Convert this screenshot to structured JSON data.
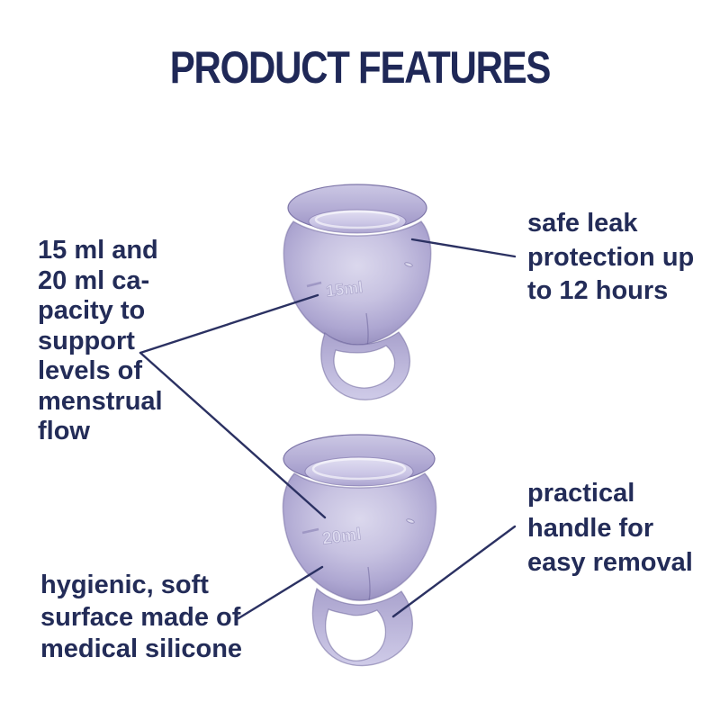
{
  "title": "PRODUCT FEATURES",
  "annotations": {
    "capacity": {
      "lines": [
        "15 ml and",
        "20 ml ca-",
        "pacity to",
        "support",
        "levels of",
        "menstrual",
        "flow"
      ]
    },
    "leak_protection": {
      "lines": [
        "safe leak",
        "protection up",
        "to 12 hours"
      ]
    },
    "handle": {
      "lines": [
        "practical",
        "handle for",
        "easy removal"
      ]
    },
    "surface": {
      "lines": [
        "hygienic, soft",
        "surface made of",
        "medical silicone"
      ]
    }
  },
  "cups": {
    "top": {
      "capacity_marking": "15ml"
    },
    "bottom": {
      "capacity_marking": "20ml"
    }
  },
  "colors": {
    "heading_navy": "#1f2857",
    "text_navy": "#232c58",
    "connector_navy": "#2b3162",
    "cup_lilac_mid": "#b3add5",
    "cup_lilac_dark": "#8d85b6",
    "cup_lilac_light": "#dbd8ed"
  }
}
